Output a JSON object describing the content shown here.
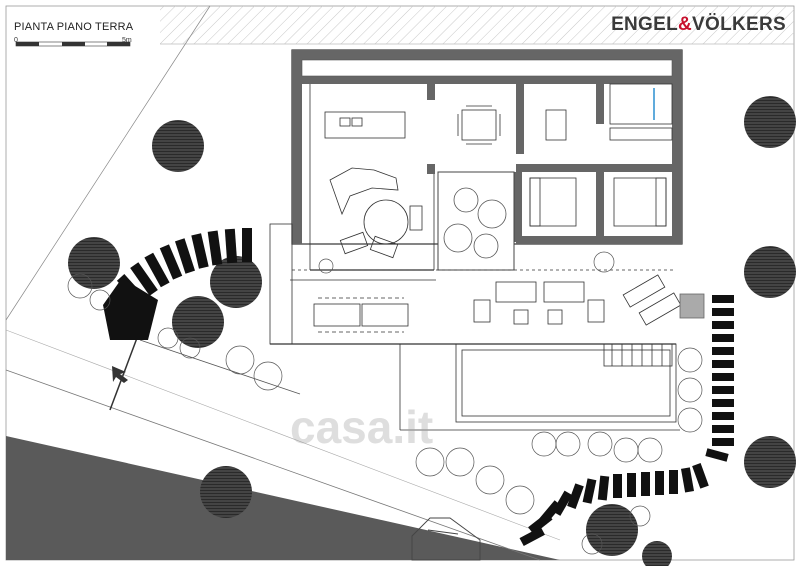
{
  "plan": {
    "title": "PIANTA PIANO TERRA",
    "scale_start": "0",
    "scale_end": "5m"
  },
  "brand": {
    "name_left": "ENGEL",
    "ampersand": "&",
    "name_right": "VÖLKERS",
    "accent_color": "#c8102e"
  },
  "watermark": {
    "text": "casa.it"
  },
  "icons": [
    "north-arrow-icon",
    "car-icon",
    "tree-icon",
    "shrub-icon"
  ]
}
